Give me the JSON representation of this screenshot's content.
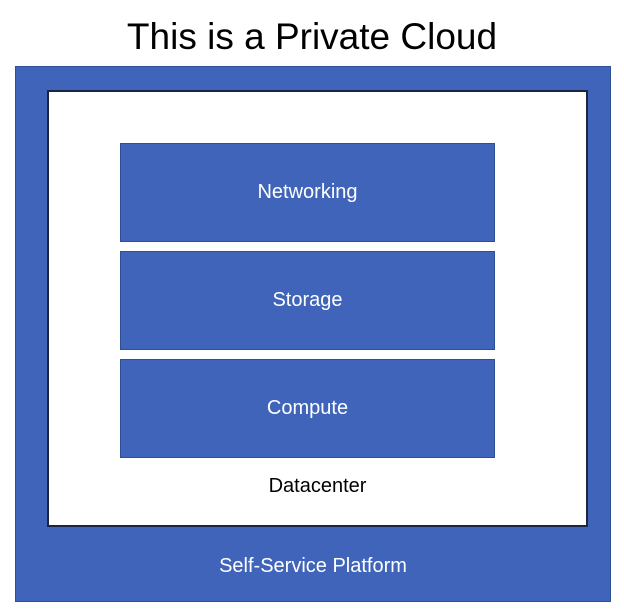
{
  "title": "This is a Private Cloud",
  "layers": [
    "Networking",
    "Storage",
    "Compute"
  ],
  "inner_label": "Datacenter",
  "outer_label": "Self-Service Platform",
  "colors": {
    "blue": "#3f64b9"
  }
}
